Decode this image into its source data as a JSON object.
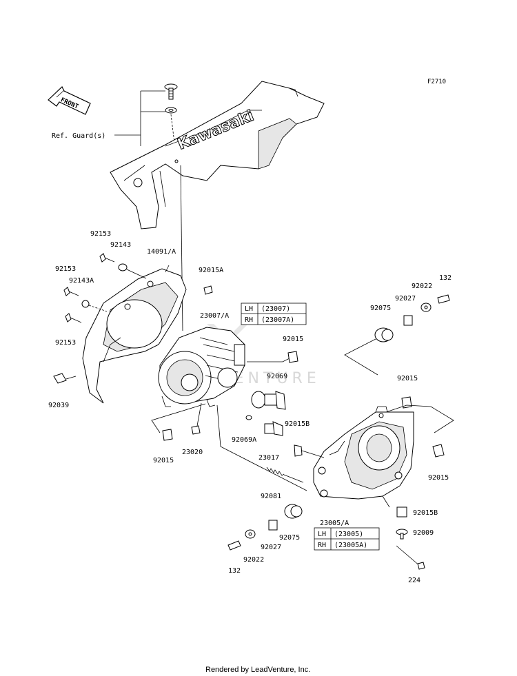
{
  "figure_code": "F2710",
  "front_label": "FRONT",
  "ref_note": "Ref. Guard(s)",
  "cover_brand": "Kawasaki",
  "watermark": "ADVENTURE",
  "footer": "Rendered by LeadVenture, Inc.",
  "parts": {
    "p92153_top": "92153",
    "p92143_top": "92143",
    "p14091A": "14091/A",
    "p92153_mid": "92153",
    "p92143A": "92143A",
    "p92015A": "92015A",
    "p92153_low": "92153",
    "p92039": "92039",
    "p23007A": "23007/A",
    "p92015_a": "92015",
    "p92069": "92069",
    "p92069A": "92069A",
    "p92015B_a": "92015B",
    "p23017": "23017",
    "p23020": "23020",
    "p92015_b": "92015",
    "p92081": "92081",
    "p92075_a": "92075",
    "p92027_a": "92027",
    "p92022_a": "92022",
    "p132_a": "132",
    "p92015_c": "92015",
    "p92015_d": "92015",
    "p23005A": "23005/A",
    "p92015B_b": "92015B",
    "p92009": "92009",
    "p224": "224",
    "p92075_b": "92075",
    "p92027_b": "92027",
    "p92022_b": "92022",
    "p132_b": "132"
  },
  "table_upper": {
    "rows": [
      {
        "side": "LH",
        "code": "(23007)"
      },
      {
        "side": "RH",
        "code": "(23007A)"
      }
    ]
  },
  "table_lower": {
    "rows": [
      {
        "side": "LH",
        "code": "(23005)"
      },
      {
        "side": "RH",
        "code": "(23005A)"
      }
    ]
  }
}
